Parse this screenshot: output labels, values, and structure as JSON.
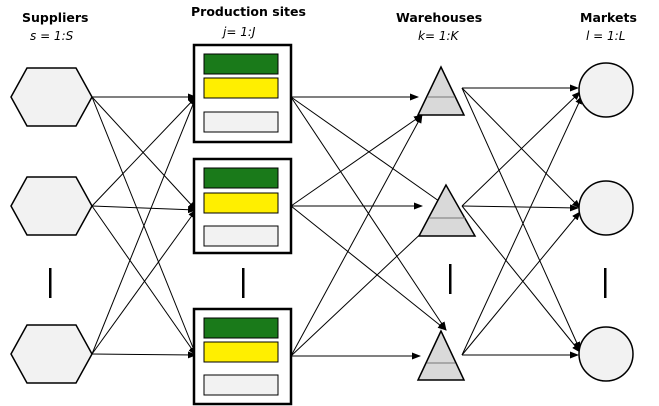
{
  "columns": [
    {
      "title": "Suppliers",
      "index": "s = 1:S"
    },
    {
      "title": "Production sites",
      "index": "j= 1:J"
    },
    {
      "title": "Warehouses",
      "index": "k= 1:K"
    },
    {
      "title": "Markets",
      "index": "l = 1:L"
    }
  ],
  "nodes": {
    "suppliers": 3,
    "production_sites": 3,
    "warehouses": 3,
    "markets": 3
  },
  "colors": {
    "supplier_fill": "#f2f2f2",
    "site_bar_1": "#1a7a1a",
    "site_bar_2": "#ffef00",
    "site_bar_3": "#f2f2f2",
    "warehouse_fill": "#d9d9d9",
    "market_fill": "#f2f2f2",
    "arrow": "#000000"
  },
  "icons": {
    "supplier": "hexagon-icon",
    "site": "factory-box-icon",
    "warehouse": "triangle-icon",
    "market": "circle-icon",
    "ellipsis": "vertical-dash-icon"
  }
}
